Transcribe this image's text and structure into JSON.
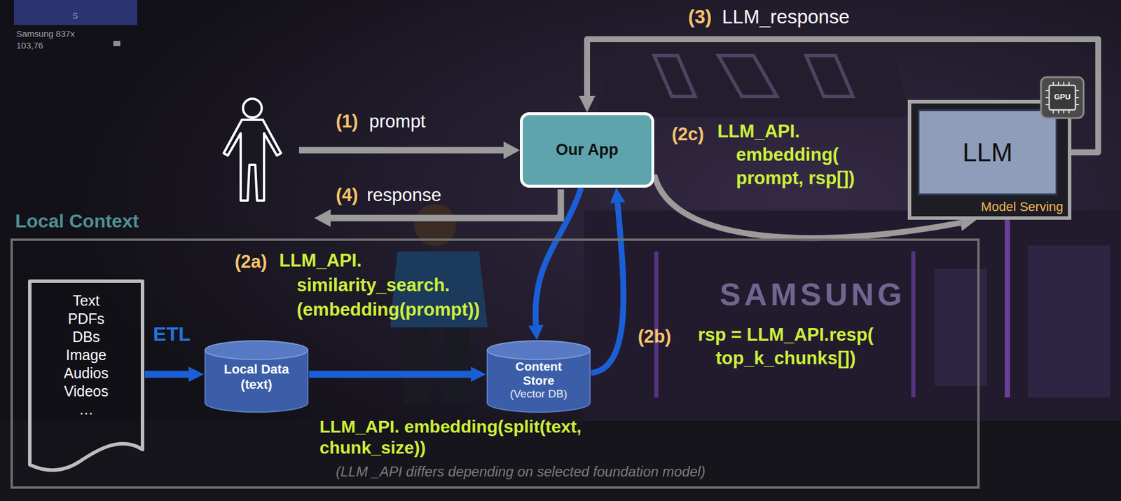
{
  "diagram": {
    "nodes": [
      {
        "text": [
          "Our App"
        ]
      },
      {
        "text": [
          "Model Serving"
        ]
      },
      {
        "text": [
          "LLM"
        ],
        "in": 1
      },
      {
        "text": [
          "Local Context"
        ]
      },
      {
        "text": [
          "Text PDFs DBs Image Audios Videos …"
        ],
        "in": 3
      },
      {
        "text": [
          "Local Data (text)"
        ],
        "in": 3
      },
      {
        "text": [
          "Content Store",
          "(Vector DB)"
        ],
        "in": 3
      }
    ],
    "edges": [
      {
        "from": 4,
        "to": 5,
        "label": "ETL",
        "arrow": "to"
      },
      {
        "from": 5,
        "to": 6,
        "label": "LLM_API. embedding(split(text, chunk_size))",
        "arrow": "to"
      },
      {
        "from": 0,
        "to": 6,
        "label": "LLM_API. similarity_search. (embedding(prompt))",
        "arrow": "to"
      },
      {
        "from": 6,
        "to": 0,
        "label": "rsp = LLM_API.resp( top_k_chunks[])",
        "arrow": "to"
      },
      {
        "from": 0,
        "to": 1,
        "label": "LLM_API. embedding( prompt, rsp[])",
        "arrow": "to"
      },
      {
        "from": 2,
        "to": 0,
        "label": "LLM_response",
        "arrow": "to"
      }
    ],
    "labels": [
      "S",
      "Samsung 837x",
      "103,76",
      "(1)",
      "prompt",
      "(4)",
      "response",
      "(2a)",
      "(2b)",
      "(2c)",
      "(3)",
      "GPU",
      "SAMSUNG",
      "(LLM _API differs depending on selected foundation model)"
    ]
  }
}
